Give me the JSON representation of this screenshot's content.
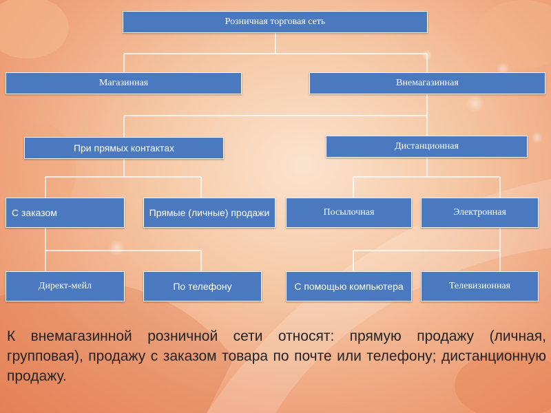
{
  "diagram": {
    "root": "Розничная торговая сеть",
    "store": "Магазинная",
    "nonstore": "Внемагазинная",
    "direct_contacts": "При прямых контактах",
    "remote": "Дистанционная",
    "with_order": "С заказом",
    "direct_personal": "Прямые (личные) продажи",
    "parcel": "Посылочная",
    "electronic": "Электронная",
    "direct_mail": "Директ-мейл",
    "by_phone": "По телефону",
    "by_computer": "С помощью компьютера",
    "tv": "Телевизионная"
  },
  "caption": "К внемагазинной розничной сети относят: прямую продажу (личная, групповая), продажу с заказом товара по почте или телефону; дистанционную продажу.",
  "colors": {
    "node_fill": "#4a79c0",
    "node_border": "#ffffff",
    "connector": "#ffffff",
    "text_dark": "#222222"
  }
}
